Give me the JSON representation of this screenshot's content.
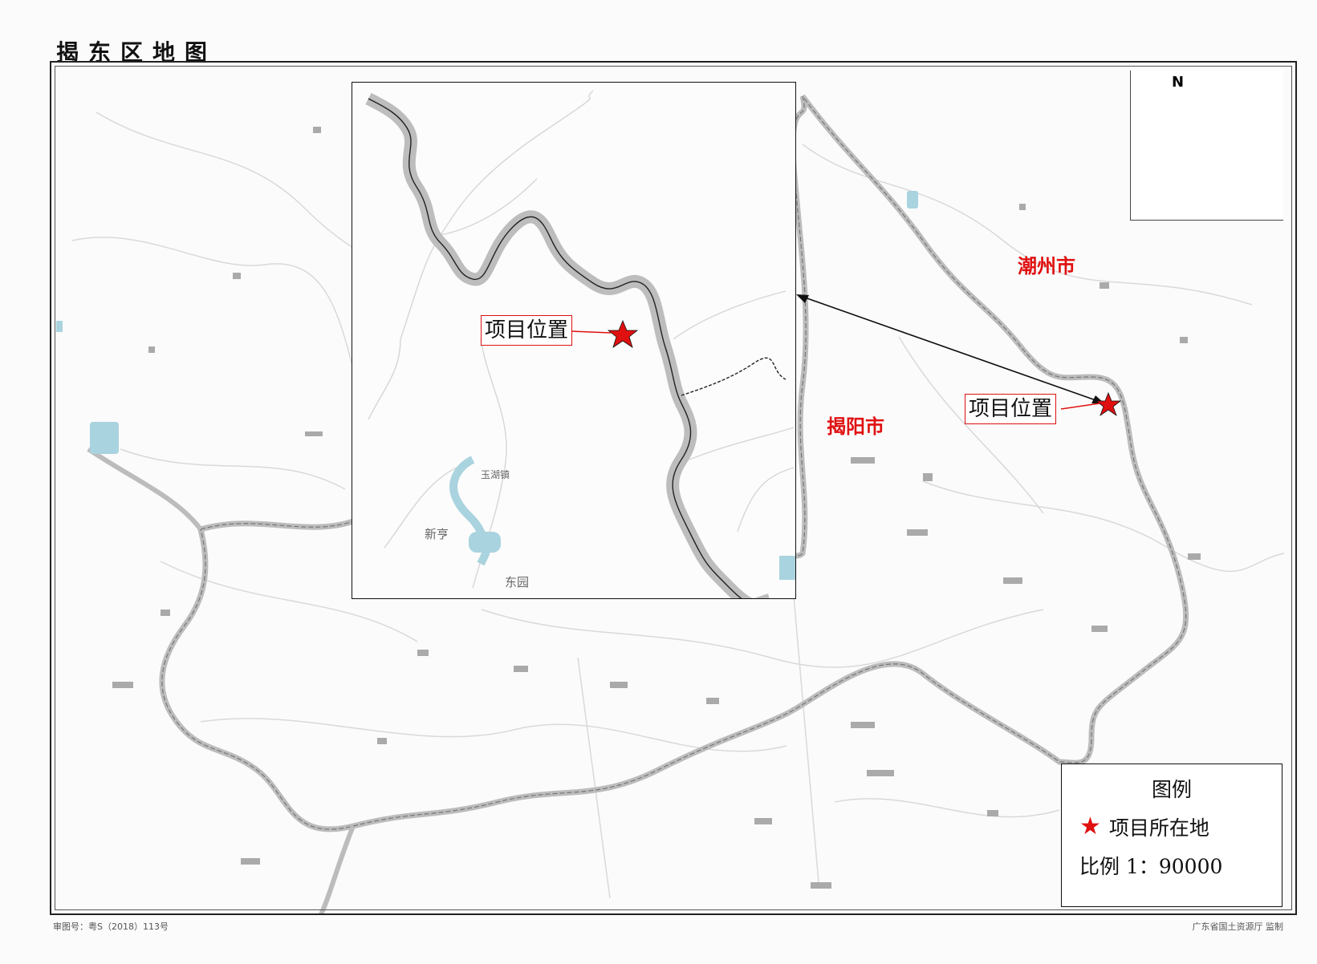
{
  "map": {
    "title": "揭东区地图",
    "footer_left": "审图号：粤S（2018）113号",
    "footer_right": "广东省国土资源厅  监制",
    "colors": {
      "boundary": "#9a9a9a",
      "star": "#e01010",
      "label": "#e01010",
      "water": "#a9d3de"
    }
  },
  "inset": {
    "callout": "项目位置",
    "places": [
      "玉湖镇",
      "新亨",
      "东园"
    ]
  },
  "main": {
    "callout": "项目位置",
    "cities": {
      "chaozhou": "潮州市",
      "jieyang": "揭阳市"
    }
  },
  "compass": {
    "north_label": "N"
  },
  "legend": {
    "title": "图例",
    "star_icon": "★",
    "item_label": "项目所在地",
    "scale_label": "比例  1：90000"
  }
}
